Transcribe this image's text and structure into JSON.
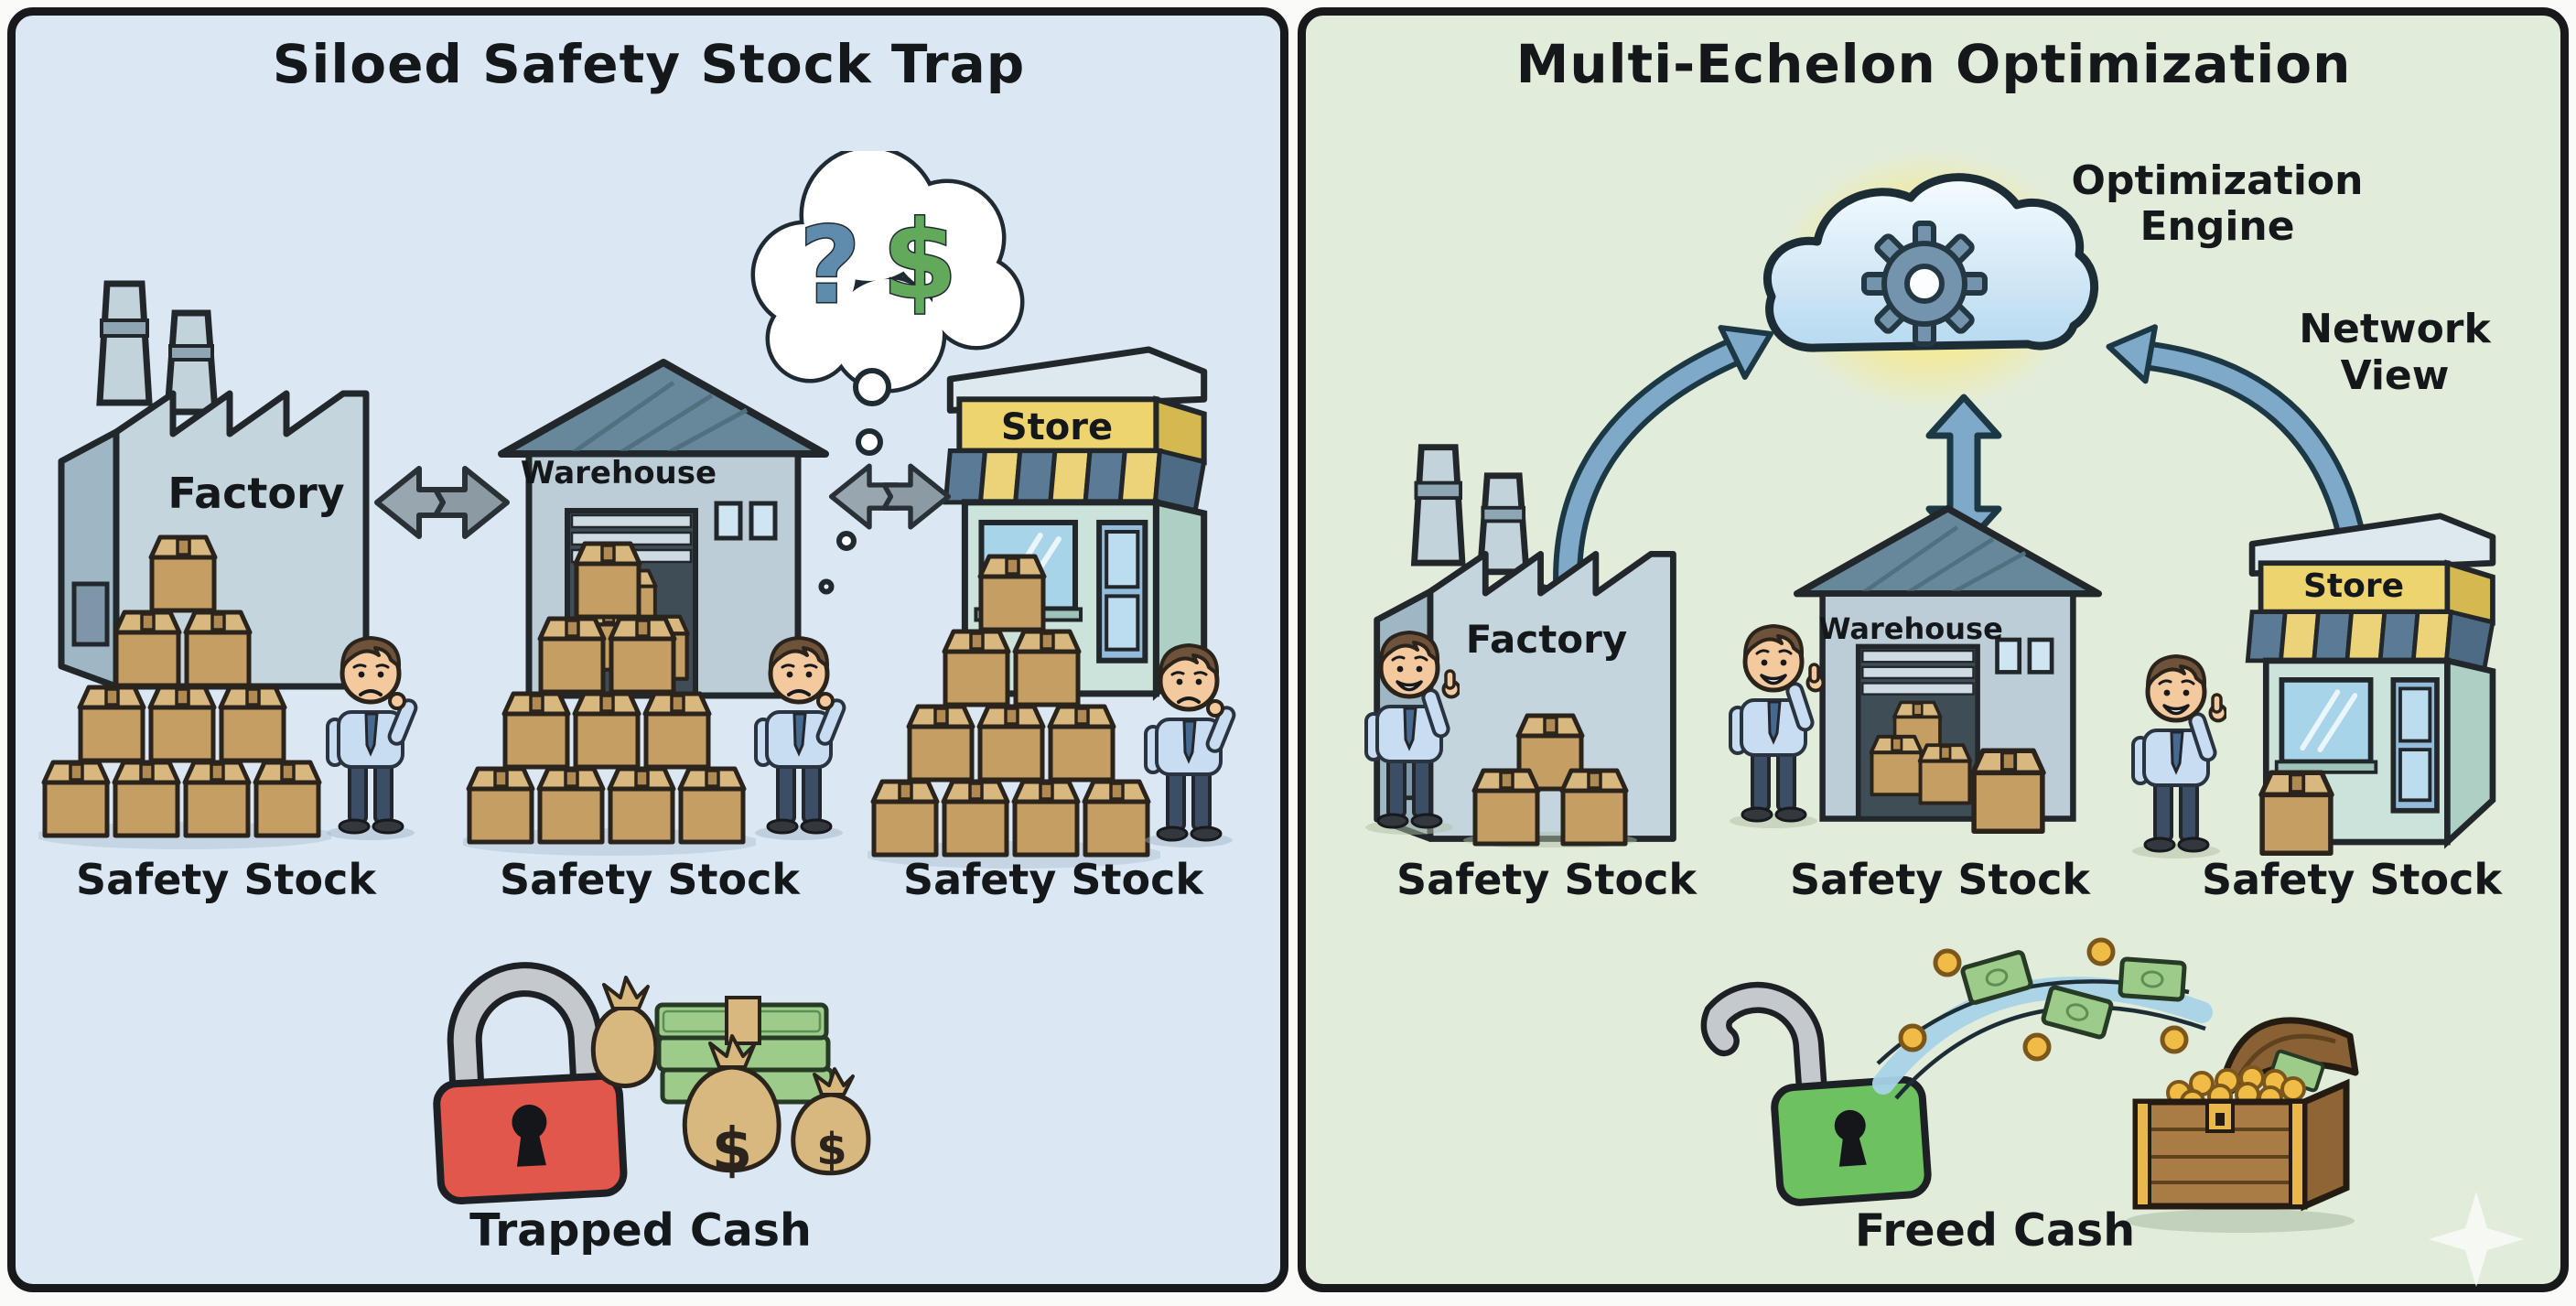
{
  "left": {
    "title": "Siloed Safety Stock Trap",
    "factory_label": "Factory",
    "warehouse_label": "Warehouse",
    "store_label": "Store",
    "stock_labels": [
      "Safety Stock",
      "Safety Stock",
      "Safety Stock"
    ],
    "cash_label": "Trapped Cash",
    "thought_question_symbol": "?",
    "thought_dollar_symbol": "$",
    "moneybag_front_symbol": "$",
    "moneybag_right_symbol": "$"
  },
  "right": {
    "title": "Multi-Echelon Optimization",
    "engine_label_line1": "Optimization",
    "engine_label_line2": "Engine",
    "network_label_line1": "Network",
    "network_label_line2": "View",
    "factory_label": "Factory",
    "warehouse_label": "Warehouse",
    "store_label": "Store",
    "stock_labels": [
      "Safety Stock",
      "Safety Stock",
      "Safety Stock"
    ],
    "cash_label": "Freed Cash"
  },
  "icons": {
    "left": [
      "factory-icon",
      "warehouse-icon",
      "store-icon",
      "broken-arrows-icon",
      "thought-bubble-icon",
      "box-pile-icon",
      "worried-worker-icon",
      "locked-padlock-icon",
      "money-pile-icon"
    ],
    "right": [
      "optimization-cloud-icon",
      "gear-icon",
      "curved-sync-arrow-icon",
      "double-arrow-icon",
      "factory-icon",
      "warehouse-icon",
      "store-icon",
      "happy-worker-icon",
      "small-box-stack-icon",
      "open-padlock-icon",
      "flying-cash-icon",
      "treasure-chest-icon",
      "sparkle-icon"
    ]
  },
  "colors": {
    "left_background": "#dbe8f4",
    "right_background": "#e2ecdb",
    "outline": "#17191b",
    "box_tan": "#c49e63",
    "building_gray": "#c5d5de",
    "roof_slate": "#67879b",
    "sign_yellow": "#eed46e",
    "awning_blue": "#5b7a96",
    "locked_red": "#e2574b",
    "unlocked_green": "#6dc160",
    "money_green": "#9ccb8a",
    "coin_gold": "#f1bc45",
    "arrow_blue": "#7fa9c9",
    "arrow_gray": "#97a6af",
    "question_blue": "#5f8cad",
    "dollar_green": "#63a95c",
    "cloud_glow_yellow": "#f8ec9b"
  }
}
